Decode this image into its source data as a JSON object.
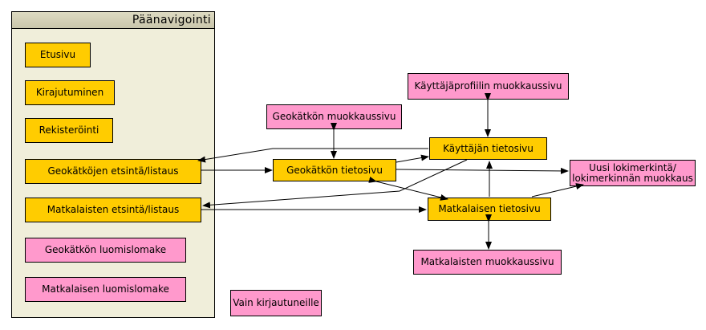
{
  "panel": {
    "title": "Päänavigointi"
  },
  "nodes": {
    "etusivu": "Etusivu",
    "kirjautuminen": "Kirajutuminen",
    "rekisterointi": "Rekisteröinti",
    "geokatkojen_etsinta": "Geokätköjen etsintä/listaus",
    "matkalaisten_etsinta": "Matkalaisten etsintä/listaus",
    "geokatkon_luomislomake": "Geokätkön luomislomake",
    "matkalaisen_luomislomake": "Matkalaisen luomislomake",
    "kayttajaprofiilin_muokkaussivu": "Käyttäjäprofiilin muokkaussivu",
    "geokatkon_muokkaussivu": "Geokätkön muokkaussivu",
    "kayttajan_tietosivu": "Käyttäjän tietosivu",
    "geokatkon_tietosivu": "Geokätkön tietosivu",
    "uusi_lokimerkinta": "Uusi lokimerkintä/\nlokimerkinnän muokkaus",
    "matkalaisen_tietosivu": "Matkalaisen tietosivu",
    "matkalaisten_muokkaussivu": "Matkalaisten muokkaussivu",
    "legend_vain_kirjautuneille": "Vain kirjautuneille"
  },
  "colors": {
    "public_page": "#ffcc00",
    "logged_in_only": "#ff99cc",
    "panel_background": "#f0eeda",
    "line": "#000000"
  }
}
